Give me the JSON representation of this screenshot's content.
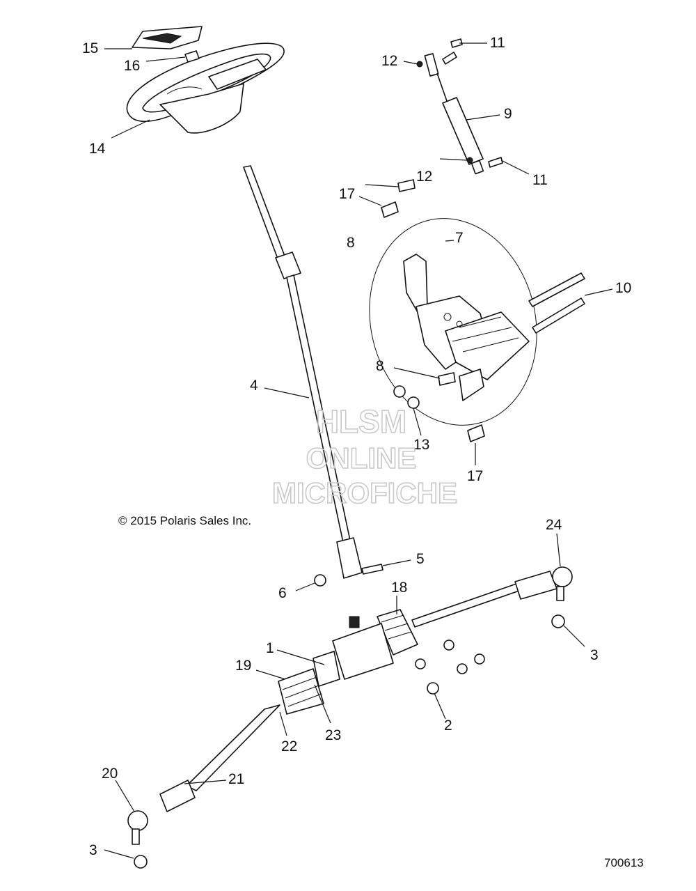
{
  "copyright": "© 2015 Polaris Sales Inc.",
  "drawing_number": "700613",
  "watermark": {
    "line1": "HLSM",
    "line2": "ONLINE",
    "line3": "MICROFICHE"
  },
  "callouts": {
    "c1": "1",
    "c2": "2",
    "c3a": "3",
    "c3b": "3",
    "c4": "4",
    "c5": "5",
    "c6": "6",
    "c7": "7",
    "c8a": "8",
    "c8b": "8",
    "c9": "9",
    "c10": "10",
    "c11a": "11",
    "c11b": "11",
    "c12a": "12",
    "c12b": "12",
    "c13": "13",
    "c14": "14",
    "c15": "15",
    "c16": "16",
    "c17a": "17",
    "c17b": "17",
    "c18": "18",
    "c19": "19",
    "c20": "20",
    "c21": "21",
    "c22": "22",
    "c23": "23",
    "c24": "24"
  }
}
